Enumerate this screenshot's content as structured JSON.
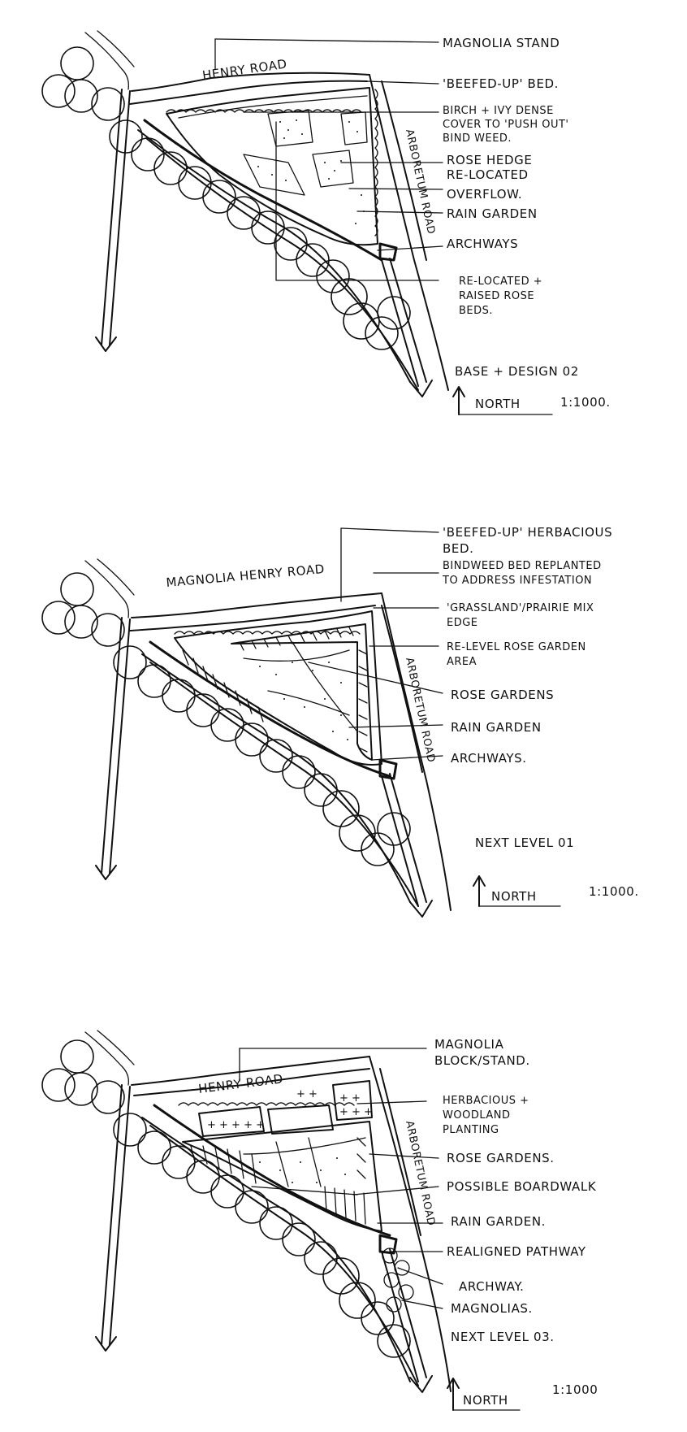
{
  "palette": {
    "ink": "#111111",
    "paper": "#ffffff"
  },
  "plans": [
    {
      "roads": {
        "top": "HENRY ROAD",
        "side": "ARBORETUM ROAD"
      },
      "labels": [
        "MAGNOLIA STAND",
        "'BEEFED-UP' BED.",
        "BIRCH + IVY DENSE",
        "COVER TO 'PUSH OUT'",
        "BIND WEED.",
        "ROSE HEDGE",
        "RE-LOCATED",
        "OVERFLOW.",
        "RAIN GARDEN",
        "ARCHWAYS",
        "RE-LOCATED +",
        "RAISED ROSE",
        "BEDS."
      ],
      "title": "BASE + DESIGN 02",
      "north": "NORTH",
      "scale": "1:1000."
    },
    {
      "roads": {
        "top": "MAGNOLIA HENRY ROAD",
        "side": "ARBORETUM ROAD"
      },
      "labels": [
        "'BEEFED-UP' HERBACIOUS",
        "BED.",
        "BINDWEED BED REPLANTED",
        "TO ADDRESS INFESTATION",
        "'GRASSLAND'/PRAIRIE MIX",
        "EDGE",
        "RE-LEVEL ROSE GARDEN",
        "AREA",
        "ROSE GARDENS",
        "RAIN GARDEN",
        "ARCHWAYS."
      ],
      "title": "NEXT LEVEL 01",
      "north": "NORTH",
      "scale": "1:1000."
    },
    {
      "roads": {
        "top": "HENRY ROAD",
        "side": "ARBORETUM ROAD"
      },
      "labels": [
        "MAGNOLIA",
        "BLOCK/STAND.",
        "HERBACIOUS +",
        "WOODLAND",
        "PLANTING",
        "ROSE GARDENS.",
        "POSSIBLE BOARDWALK",
        "RAIN GARDEN.",
        "REALIGNED PATHWAY",
        "ARCHWAY.",
        "MAGNOLIAS.",
        "NEXT LEVEL 03."
      ],
      "north": "NORTH",
      "scale": "1:1000"
    }
  ]
}
